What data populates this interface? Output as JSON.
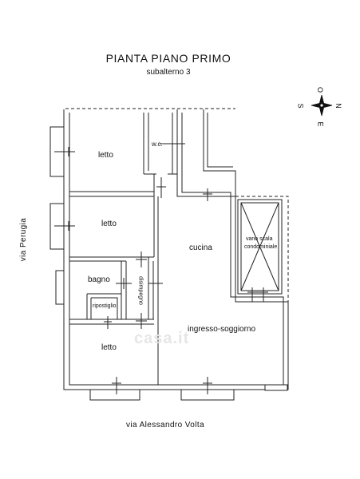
{
  "plan": {
    "title": "PIANTA PIANO PRIMO",
    "subtitle": "subalterno 3"
  },
  "streets": {
    "bottom": "via  Alessandro  Volta",
    "left": "via  Perugia"
  },
  "compass": {
    "north": "N",
    "south": "S",
    "east": "E",
    "west": "O"
  },
  "rooms": {
    "letto_1": "letto",
    "wc": "w.c.",
    "letto_2": "letto",
    "cucina": "cucina",
    "vano_scala_1": "vano scala",
    "vano_scala_2": "condominiale",
    "bagno": "bagno",
    "disimpegno": "disimpegno",
    "ripostiglio": "ripostiglio",
    "letto_3": "letto",
    "ingresso": "ingresso-soggiorno"
  },
  "watermark": "casa.it"
}
